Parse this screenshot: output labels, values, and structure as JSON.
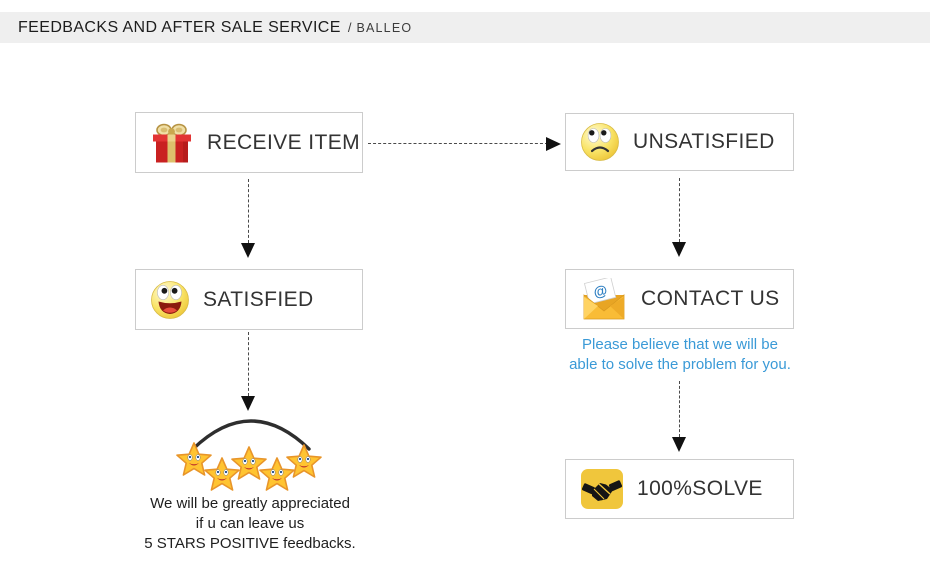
{
  "header": {
    "title": "FEEDBACKS AND AFTER SALE SERVICE",
    "separator": "/",
    "brand": "BALLEO"
  },
  "flow": {
    "receive_item": {
      "label": "RECEIVE ITEM"
    },
    "unsatisfied": {
      "label": "UNSATISFIED"
    },
    "satisfied": {
      "label": "SATISFIED"
    },
    "contact_us": {
      "label": "CONTACT US"
    },
    "solve": {
      "label": "100%SOLVE"
    },
    "note": {
      "line1": "Please believe that we will be",
      "line2": "able to solve the problem for you."
    },
    "caption": {
      "line1": "We will be greatly appreciated",
      "line2": "if u can leave us",
      "line3": "5 STARS POSITIVE feedbacks."
    },
    "rating_stars_count": "5"
  },
  "icons": {
    "receive_item": "gift-icon",
    "unsatisfied": "sad-face-icon",
    "satisfied": "happy-face-icon",
    "contact_us": "email-envelope-icon",
    "solve": "handshake-icon",
    "rating": "smiley-star-icon"
  },
  "colors": {
    "header_bg": "#efefef",
    "box_border": "#cccccc",
    "box_text": "#333333",
    "note_blue": "#3a9ad7",
    "arrow": "#111111",
    "star_gold": "#ffc431",
    "gift_red": "#c92121",
    "envelope_orange": "#f6b02f",
    "handshake_bg": "#f0c63c"
  }
}
